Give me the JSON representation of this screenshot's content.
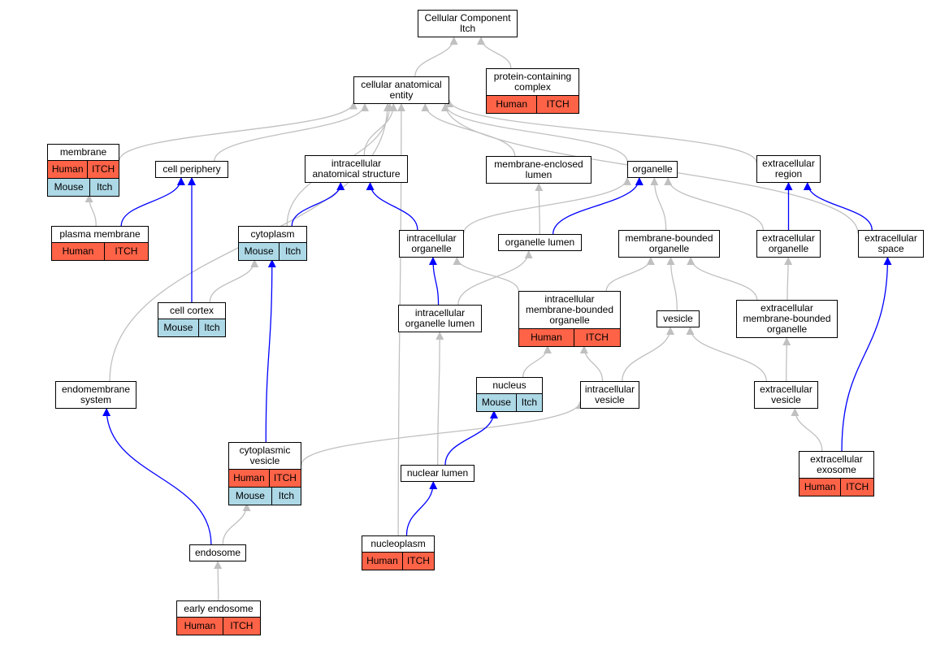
{
  "colors": {
    "is_a": "#c0c0c0",
    "part_of": "#0000ff",
    "human": "#ff6347",
    "mouse": "#add8e6"
  },
  "nodes": [
    {
      "id": "root",
      "label": "Cellular Component\nItch",
      "rows": []
    },
    {
      "id": "pcc",
      "label": "protein-containing\ncomplex",
      "rows": [
        {
          "species": "Human",
          "gene": "ITCH"
        }
      ]
    },
    {
      "id": "cae",
      "label": "cellular anatomical\nentity",
      "rows": []
    },
    {
      "id": "membrane",
      "label": "membrane",
      "rows": [
        {
          "species": "Human",
          "gene": "ITCH"
        },
        {
          "species": "Mouse",
          "gene": "Itch"
        }
      ]
    },
    {
      "id": "cellperiphery",
      "label": "cell periphery",
      "rows": []
    },
    {
      "id": "ias",
      "label": "intracellular\nanatomical structure",
      "rows": []
    },
    {
      "id": "mel",
      "label": "membrane-enclosed\nlumen",
      "rows": []
    },
    {
      "id": "organelle",
      "label": "organelle",
      "rows": []
    },
    {
      "id": "extraregion",
      "label": "extracellular\nregion",
      "rows": []
    },
    {
      "id": "plasma",
      "label": "plasma membrane",
      "rows": [
        {
          "species": "Human",
          "gene": "ITCH"
        }
      ]
    },
    {
      "id": "cytoplasm",
      "label": "cytoplasm",
      "rows": [
        {
          "species": "Mouse",
          "gene": "Itch"
        }
      ]
    },
    {
      "id": "intraorg",
      "label": "intracellular\norganelle",
      "rows": []
    },
    {
      "id": "orglumen",
      "label": "organelle lumen",
      "rows": []
    },
    {
      "id": "mbo",
      "label": "membrane-bounded\norganelle",
      "rows": []
    },
    {
      "id": "extraorg",
      "label": "extracellular\norganelle",
      "rows": []
    },
    {
      "id": "extraspace",
      "label": "extracellular\nspace",
      "rows": []
    },
    {
      "id": "cellcortex",
      "label": "cell cortex",
      "rows": [
        {
          "species": "Mouse",
          "gene": "Itch"
        }
      ]
    },
    {
      "id": "iol",
      "label": "intracellular\norganelle lumen",
      "rows": []
    },
    {
      "id": "imbo",
      "label": "intracellular\nmembrane-bounded\norganelle",
      "rows": [
        {
          "species": "Human",
          "gene": "ITCH"
        }
      ]
    },
    {
      "id": "vesicle",
      "label": "vesicle",
      "rows": []
    },
    {
      "id": "embo",
      "label": "extracellular\nmembrane-bounded\norganelle",
      "rows": []
    },
    {
      "id": "nucleus",
      "label": "nucleus",
      "rows": [
        {
          "species": "Mouse",
          "gene": "Itch"
        }
      ]
    },
    {
      "id": "intravesicle",
      "label": "intracellular\nvesicle",
      "rows": []
    },
    {
      "id": "extravesicle",
      "label": "extracellular\nvesicle",
      "rows": []
    },
    {
      "id": "endomembrane",
      "label": "endomembrane\nsystem",
      "rows": []
    },
    {
      "id": "cytovesicle",
      "label": "cytoplasmic\nvesicle",
      "rows": [
        {
          "species": "Human",
          "gene": "ITCH"
        },
        {
          "species": "Mouse",
          "gene": "Itch"
        }
      ]
    },
    {
      "id": "nuclumen",
      "label": "nuclear lumen",
      "rows": []
    },
    {
      "id": "exosome",
      "label": "extracellular\nexosome",
      "rows": [
        {
          "species": "Human",
          "gene": "ITCH"
        }
      ]
    },
    {
      "id": "endosome",
      "label": "endosome",
      "rows": []
    },
    {
      "id": "nucleoplasm",
      "label": "nucleoplasm",
      "rows": [
        {
          "species": "Human",
          "gene": "ITCH"
        }
      ]
    },
    {
      "id": "earlyendo",
      "label": "early endosome",
      "rows": [
        {
          "species": "Human",
          "gene": "ITCH"
        }
      ]
    }
  ],
  "edges": [
    {
      "from": "cae",
      "to": "root",
      "type": "is_a"
    },
    {
      "from": "pcc",
      "to": "root",
      "type": "is_a"
    },
    {
      "from": "membrane",
      "to": "cae",
      "type": "is_a"
    },
    {
      "from": "cellperiphery",
      "to": "cae",
      "type": "is_a"
    },
    {
      "from": "ias",
      "to": "cae",
      "type": "is_a"
    },
    {
      "from": "mel",
      "to": "cae",
      "type": "is_a"
    },
    {
      "from": "organelle",
      "to": "cae",
      "type": "is_a"
    },
    {
      "from": "extraregion",
      "to": "cae",
      "type": "is_a"
    },
    {
      "from": "extraspace",
      "to": "cae",
      "type": "is_a"
    },
    {
      "from": "cytoplasm",
      "to": "cae",
      "type": "is_a"
    },
    {
      "from": "endomembrane",
      "to": "cae",
      "type": "is_a"
    },
    {
      "from": "nucleoplasm",
      "to": "cae",
      "type": "is_a"
    },
    {
      "from": "plasma",
      "to": "membrane",
      "type": "is_a"
    },
    {
      "from": "plasma",
      "to": "cellperiphery",
      "type": "part_of"
    },
    {
      "from": "cellcortex",
      "to": "cellperiphery",
      "type": "part_of"
    },
    {
      "from": "cellcortex",
      "to": "cytoplasm",
      "type": "is_a"
    },
    {
      "from": "cytoplasm",
      "to": "ias",
      "type": "part_of"
    },
    {
      "from": "intraorg",
      "to": "ias",
      "type": "part_of"
    },
    {
      "from": "intraorg",
      "to": "organelle",
      "type": "is_a"
    },
    {
      "from": "orglumen",
      "to": "mel",
      "type": "is_a"
    },
    {
      "from": "orglumen",
      "to": "organelle",
      "type": "part_of"
    },
    {
      "from": "mbo",
      "to": "organelle",
      "type": "is_a"
    },
    {
      "from": "extraorg",
      "to": "organelle",
      "type": "is_a"
    },
    {
      "from": "extraorg",
      "to": "extraregion",
      "type": "part_of"
    },
    {
      "from": "extraspace",
      "to": "extraregion",
      "type": "part_of"
    },
    {
      "from": "iol",
      "to": "intraorg",
      "type": "part_of"
    },
    {
      "from": "iol",
      "to": "orglumen",
      "type": "is_a"
    },
    {
      "from": "imbo",
      "to": "intraorg",
      "type": "is_a"
    },
    {
      "from": "imbo",
      "to": "mbo",
      "type": "is_a"
    },
    {
      "from": "vesicle",
      "to": "mbo",
      "type": "is_a"
    },
    {
      "from": "embo",
      "to": "mbo",
      "type": "is_a"
    },
    {
      "from": "embo",
      "to": "extraorg",
      "type": "is_a"
    },
    {
      "from": "nucleus",
      "to": "imbo",
      "type": "is_a"
    },
    {
      "from": "intravesicle",
      "to": "vesicle",
      "type": "is_a"
    },
    {
      "from": "intravesicle",
      "to": "imbo",
      "type": "is_a"
    },
    {
      "from": "extravesicle",
      "to": "vesicle",
      "type": "is_a"
    },
    {
      "from": "extravesicle",
      "to": "embo",
      "type": "is_a"
    },
    {
      "from": "cytovesicle",
      "to": "cytoplasm",
      "type": "part_of"
    },
    {
      "from": "cytovesicle",
      "to": "intravesicle",
      "type": "is_a"
    },
    {
      "from": "nuclumen",
      "to": "nucleus",
      "type": "part_of"
    },
    {
      "from": "nuclumen",
      "to": "iol",
      "type": "is_a"
    },
    {
      "from": "exosome",
      "to": "extravesicle",
      "type": "is_a"
    },
    {
      "from": "exosome",
      "to": "extraspace",
      "type": "part_of"
    },
    {
      "from": "endosome",
      "to": "endomembrane",
      "type": "part_of"
    },
    {
      "from": "endosome",
      "to": "cytovesicle",
      "type": "is_a"
    },
    {
      "from": "nucleoplasm",
      "to": "nuclumen",
      "type": "part_of"
    },
    {
      "from": "earlyendo",
      "to": "endosome",
      "type": "is_a"
    }
  ]
}
